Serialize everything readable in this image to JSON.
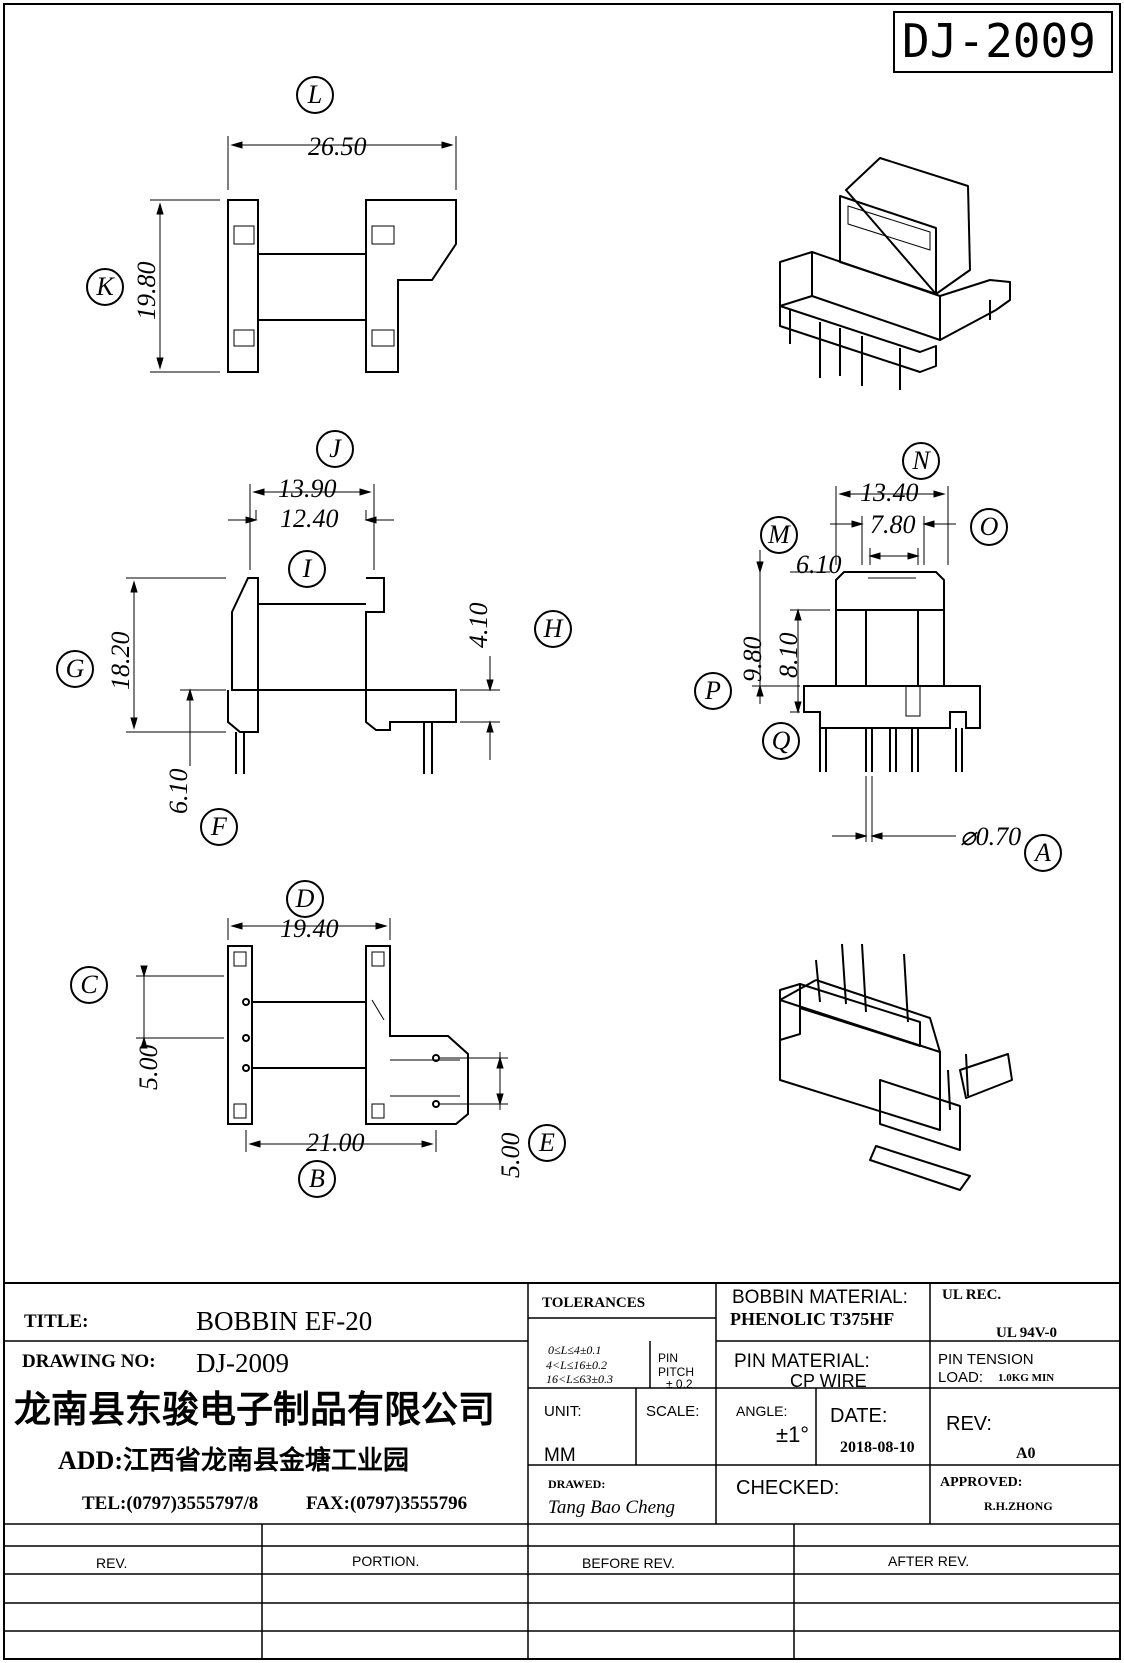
{
  "drawing_id": "DJ-2009",
  "labels": {
    "L": "L",
    "K": "K",
    "J": "J",
    "I": "I",
    "G": "G",
    "H": "H",
    "F": "F",
    "N": "N",
    "M": "M",
    "O": "O",
    "P": "P",
    "Q": "Q",
    "A": "A",
    "D": "D",
    "C": "C",
    "B": "B",
    "E": "E"
  },
  "dims": {
    "L": "26.50",
    "K": "19.80",
    "J": "13.90",
    "I": "12.40",
    "G": "18.20",
    "H": "4.10",
    "F": "6.10",
    "N": "13.40",
    "O": "7.80",
    "M": "6.10",
    "P": "9.80",
    "Q": "8.10",
    "A": "⌀0.70",
    "D": "19.40",
    "C": "5.00",
    "B": "21.00",
    "E": "5.00"
  },
  "title_block": {
    "title_label": "TITLE:",
    "title_value": "BOBBIN EF-20",
    "drawing_no_label": "DRAWING NO:",
    "drawing_no_value": "DJ-2009",
    "company": "龙南县东骏电子制品有限公司",
    "address": "ADD:江西省龙南县金塘工业园",
    "tel": "TEL:(0797)3555797/8",
    "fax": "FAX:(0797)3555796",
    "tolerances_label": "TOLERANCES",
    "tol_line1": "0≤L≤4±0.1",
    "tol_line2": "4<L≤16±0.2",
    "tol_line3": "16<L≤63±0.3",
    "pin_pitch_label1": "PIN",
    "pin_pitch_label2": "PITCH",
    "pin_pitch_value": "± 0.2",
    "unit_label": "UNIT:",
    "unit_value": "MM",
    "scale_label": "SCALE:",
    "drawn_label": "DRAWED:",
    "drawn_value": "Tang Bao Cheng",
    "bobbin_material_label": "BOBBIN MATERIAL:",
    "bobbin_material_value": "PHENOLIC  T375HF",
    "pin_material_label": "PIN MATERIAL:",
    "pin_material_value": "CP WIRE",
    "angle_label": "ANGLE:",
    "angle_value": "±1°",
    "date_label": "DATE:",
    "date_value": "2018-08-10",
    "checked_label": "CHECKED:",
    "ul_label": "UL REC.",
    "ul_value": "UL  94V-0",
    "pin_tension_label": "PIN TENSION",
    "pin_tension_value_label": "LOAD:",
    "pin_tension_value": "1.0KG MIN",
    "rev_label": "REV:",
    "rev_value": "A0",
    "approved_label": "APPROVED:",
    "approved_value": "R.H.ZHONG"
  },
  "revision_table": {
    "headers": [
      "REV.",
      "PORTION.",
      "BEFORE REV.",
      "AFTER REV."
    ]
  }
}
